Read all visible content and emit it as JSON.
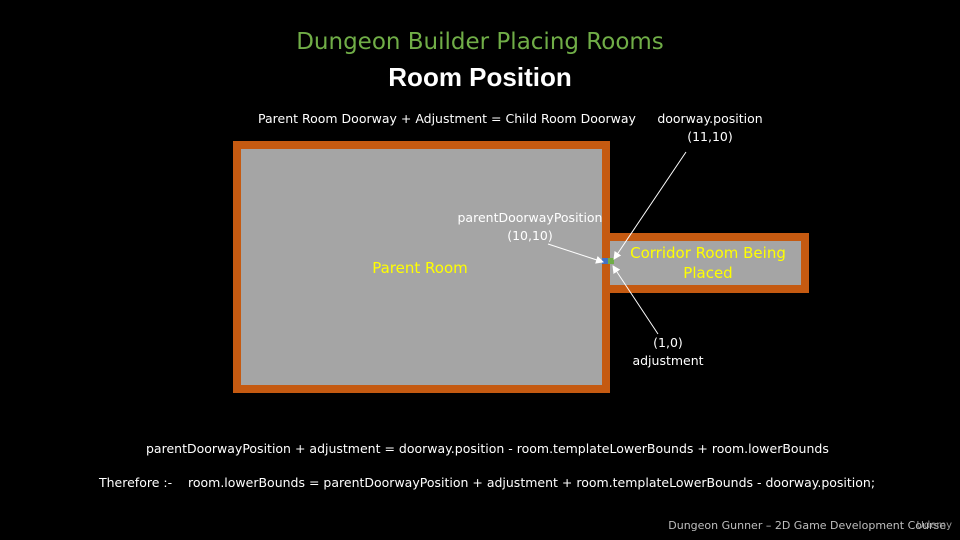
{
  "header": {
    "title": "Dungeon Builder Placing Rooms",
    "subtitle": "Room Position"
  },
  "diagram": {
    "equation_top": "Parent Room Doorway + Adjustment = Child Room Doorway",
    "doorway_label": "doorway.position",
    "doorway_value": "(11,10)",
    "parent_doorway_label": "parentDoorwayPosition",
    "parent_doorway_value": "(10,10)",
    "parent_room_label": "Parent Room",
    "corridor_label": "Corridor Room Being Placed",
    "adjustment_value": "(1,0)",
    "adjustment_label": "adjustment"
  },
  "formulas": {
    "line1": "parentDoorwayPosition + adjustment = doorway.position - room.templateLowerBounds + room.lowerBounds",
    "therefore": "Therefore :-",
    "line2": "room.lowerBounds = parentDoorwayPosition + adjustment + room.templateLowerBounds - doorway.position;"
  },
  "footer": {
    "course": "Dungeon Gunner – 2D Game Development Course",
    "brand": "Udemy"
  },
  "colors": {
    "title": "#70ad47",
    "room_fill": "#a5a5a5",
    "room_border": "#c55a11",
    "room_label": "#ffff00",
    "parent_doorway_marker": "#4472c4",
    "child_doorway_marker": "#70ad47"
  }
}
